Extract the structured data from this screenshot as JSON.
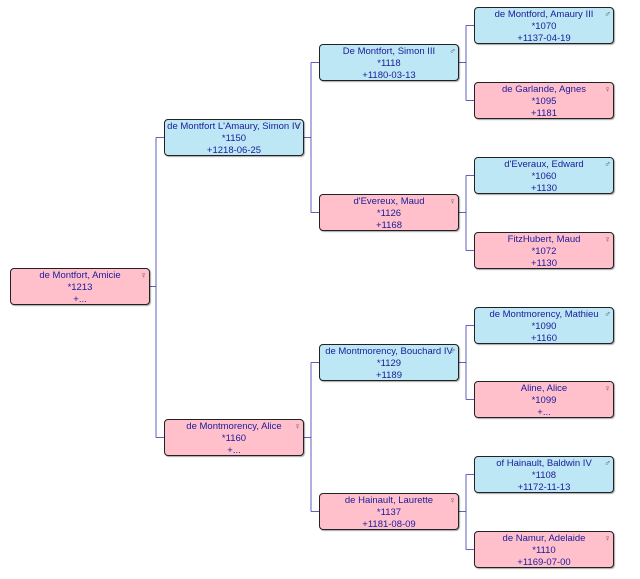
{
  "colors": {
    "male": "#bde7f5",
    "female": "#ffc0cb",
    "text": "#1a1a9a",
    "line": "#3a3aa8"
  },
  "symbols": {
    "male": "♂",
    "female": "♀"
  },
  "people": {
    "p0": {
      "name": "de Montfort, Amicie",
      "birth": "*1213",
      "death": "+...",
      "sex": "female"
    },
    "p1": {
      "name": "de Montfort L'Amaury, Simon IV",
      "birth": "*1150",
      "death": "+1218-06-25",
      "sex": "male"
    },
    "p2": {
      "name": "de Montmorency, Alice",
      "birth": "*1160",
      "death": "+...",
      "sex": "female"
    },
    "p3": {
      "name": "De Montfort, Simon III",
      "birth": "*1118",
      "death": "+1180-03-13",
      "sex": "male"
    },
    "p4": {
      "name": "d'Evereux, Maud",
      "birth": "*1126",
      "death": "+1168",
      "sex": "female"
    },
    "p5": {
      "name": "de Montmorency, Bouchard IV",
      "birth": "*1129",
      "death": "+1189",
      "sex": "male"
    },
    "p6": {
      "name": "de Hainault, Laurette",
      "birth": "*1137",
      "death": "+1181-08-09",
      "sex": "female"
    },
    "p7": {
      "name": "de Montford, Amaury III",
      "birth": "*1070",
      "death": "+1137-04-19",
      "sex": "male"
    },
    "p8": {
      "name": "de Garlande, Agnes",
      "birth": "*1095",
      "death": "+1181",
      "sex": "female"
    },
    "p9": {
      "name": "d'Everaux, Edward",
      "birth": "*1060",
      "death": "+1130",
      "sex": "male"
    },
    "p10": {
      "name": "FitzHubert, Maud",
      "birth": "*1072",
      "death": "+1130",
      "sex": "female"
    },
    "p11": {
      "name": "de Montmorency, Mathieu",
      "birth": "*1090",
      "death": "+1160",
      "sex": "male"
    },
    "p12": {
      "name": "Aline, Alice",
      "birth": "*1099",
      "death": "+...",
      "sex": "female"
    },
    "p13": {
      "name": "of Hainault, Baldwin IV",
      "birth": "*1108",
      "death": "+1172-11-13",
      "sex": "male"
    },
    "p14": {
      "name": "de Namur, Adelaide",
      "birth": "*1110",
      "death": "+1169-07-00",
      "sex": "female"
    }
  }
}
